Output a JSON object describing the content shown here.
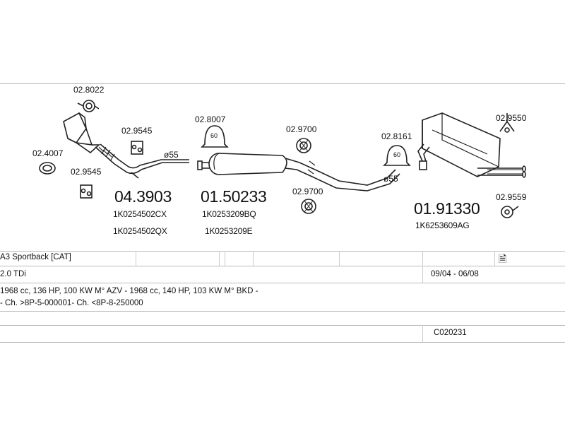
{
  "parts": {
    "p1": "02.8022",
    "p2": "02.9545",
    "p3": "02.4007",
    "p4": "02.9545",
    "p5": "02.8007",
    "p6": "02.9700",
    "p7": "02.9700",
    "p8": "02.8161",
    "p9": "02.9550",
    "p10": "02.9559"
  },
  "badges": {
    "b1": "60",
    "b2": "60"
  },
  "pipe_diameters": {
    "d1": "ø55",
    "d2": "ø55"
  },
  "assemblies": [
    {
      "code": "04.3903",
      "oem1": "1K0254502CX",
      "oem2": "1K0254502QX"
    },
    {
      "code": "01.50233",
      "oem1": "1K0253209BQ",
      "oem2": "1K0253209E"
    },
    {
      "code": "01.91330",
      "oem1": "1K6253609AG"
    }
  ],
  "table": {
    "model": "A3 Sportback  [CAT]",
    "engine": "2.0 TDi",
    "period": "09/04 - 06/08",
    "specs": "1968 cc, 136 HP, 100 KW M° AZV - 1968 cc, 140 HP, 103 KW M° BKD -",
    "chassis": "- Ch. >8P-5-000001- Ch. <8P-8-250000",
    "ref": "C020231"
  },
  "colors": {
    "line": "#222222",
    "grid": "#bbbbbb"
  }
}
